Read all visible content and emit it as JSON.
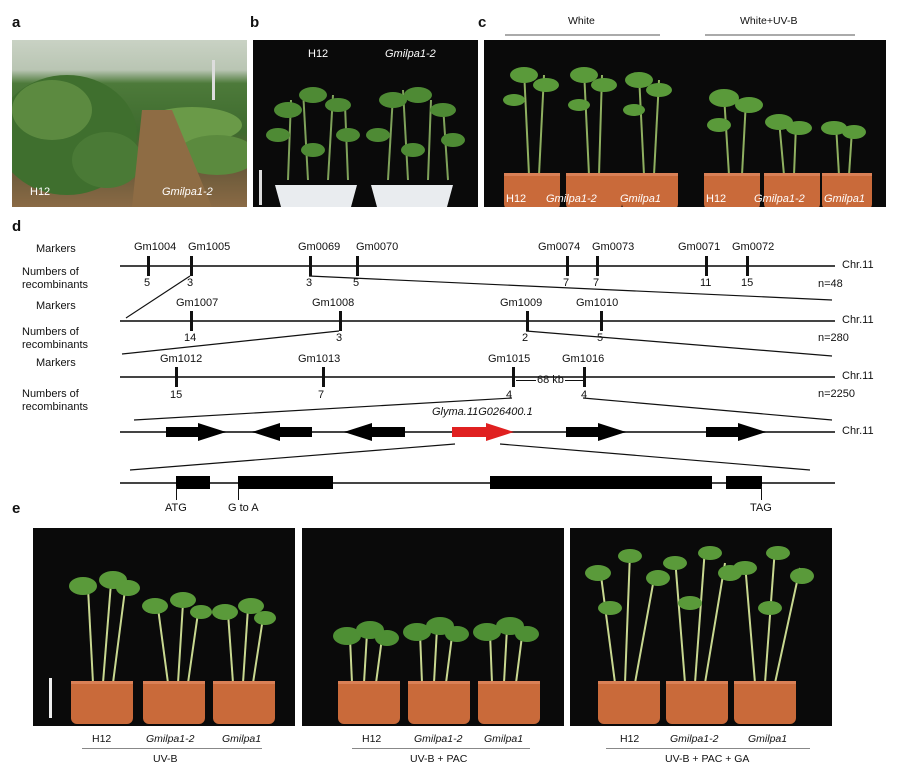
{
  "panels": {
    "a": {
      "label": "a",
      "left_genotype": "H12",
      "right_genotype": "Gmilpa1-2"
    },
    "b": {
      "label": "b",
      "left_genotype": "H12",
      "right_genotype": "Gmilpa1-2"
    },
    "c": {
      "label": "c",
      "group1": "White",
      "group2": "White+UV-B",
      "genotypes": [
        "H12",
        "Gmilpa1-2",
        "Gmilpa1",
        "H12",
        "Gmilpa1-2",
        "Gmilpa1"
      ]
    },
    "d": {
      "label": "d",
      "row_markers_label": "Markers",
      "row_recomb_label": [
        "Numbers of",
        "recombinants"
      ],
      "chr": "Chr.11",
      "track1": {
        "markers": [
          "Gm1004",
          "Gm1005",
          "Gm0069",
          "Gm0070",
          "Gm0074",
          "Gm0073",
          "Gm0071",
          "Gm0072"
        ],
        "recomb": [
          "5",
          "3",
          "3",
          "5",
          "7",
          "7",
          "11",
          "15"
        ],
        "n": "n=48"
      },
      "track2": {
        "markers": [
          "Gm1007",
          "Gm1008",
          "Gm1009",
          "Gm1010"
        ],
        "recomb": [
          "14",
          "3",
          "2",
          "5"
        ],
        "n": "n=280"
      },
      "track3": {
        "markers": [
          "Gm1012",
          "Gm1013",
          "Gm1015",
          "Gm1016"
        ],
        "recomb": [
          "15",
          "7",
          "4",
          "4"
        ],
        "n": "n=2250",
        "interval": "68 kb"
      },
      "gene": "Glyma.11G026400.1",
      "gene_model": {
        "start": "ATG",
        "mutation": "G to A",
        "stop": "TAG"
      }
    },
    "e": {
      "label": "e",
      "groups": [
        {
          "genotypes": [
            "H12",
            "Gmilpa1-2",
            "Gmilpa1"
          ],
          "treatment": "UV-B"
        },
        {
          "genotypes": [
            "H12",
            "Gmilpa1-2",
            "Gmilpa1"
          ],
          "treatment": "UV-B + PAC"
        },
        {
          "genotypes": [
            "H12",
            "Gmilpa1-2",
            "Gmilpa1"
          ],
          "treatment": "UV-B + PAC + GA"
        }
      ]
    }
  },
  "colors": {
    "gene_highlight": "#e02020",
    "pot": "#c96a3a",
    "photo_bg": "#0a0a0a",
    "line": "#444444"
  }
}
